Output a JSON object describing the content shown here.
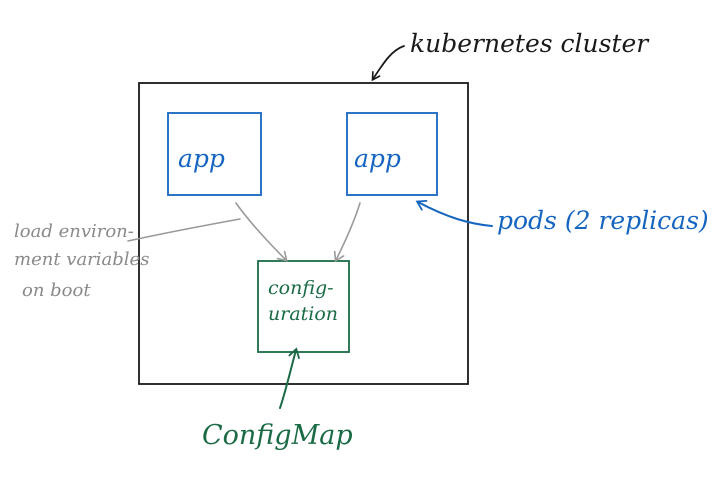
{
  "diagram": {
    "cluster_label": "kubernetes cluster",
    "pod_left_label": "app",
    "pod_right_label": "app",
    "config_line1": "config-",
    "config_line2": "uration",
    "pods_label": "pods (2 replicas)",
    "env_line1": "load environ-",
    "env_line2": "ment variables",
    "env_line3": "on boot",
    "configmap_label": "ConfigMap"
  },
  "colors": {
    "cluster": "#1a1a1a",
    "pod": "#1565c0",
    "config": "#1a6b45",
    "annotation": "#8a8a8a"
  }
}
